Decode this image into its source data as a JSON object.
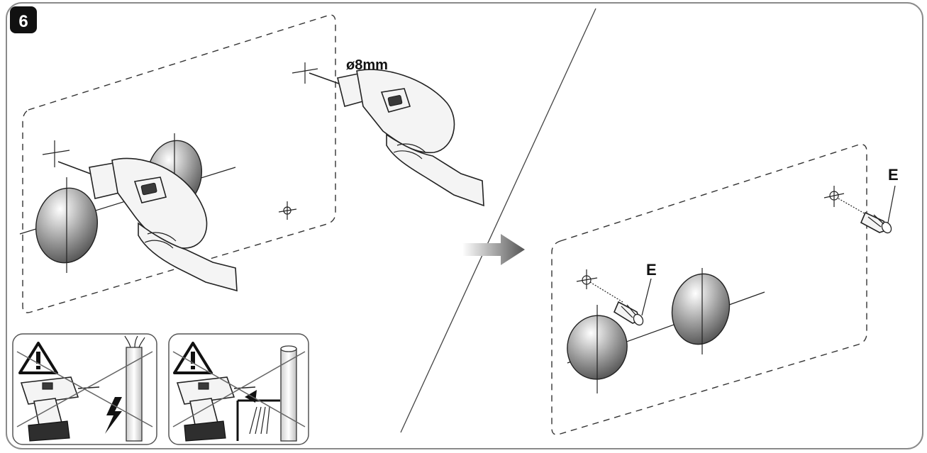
{
  "step": {
    "number": "6"
  },
  "labels": {
    "drill_size": "ø8mm",
    "plug_right": "E",
    "plug_left": "E"
  }
}
